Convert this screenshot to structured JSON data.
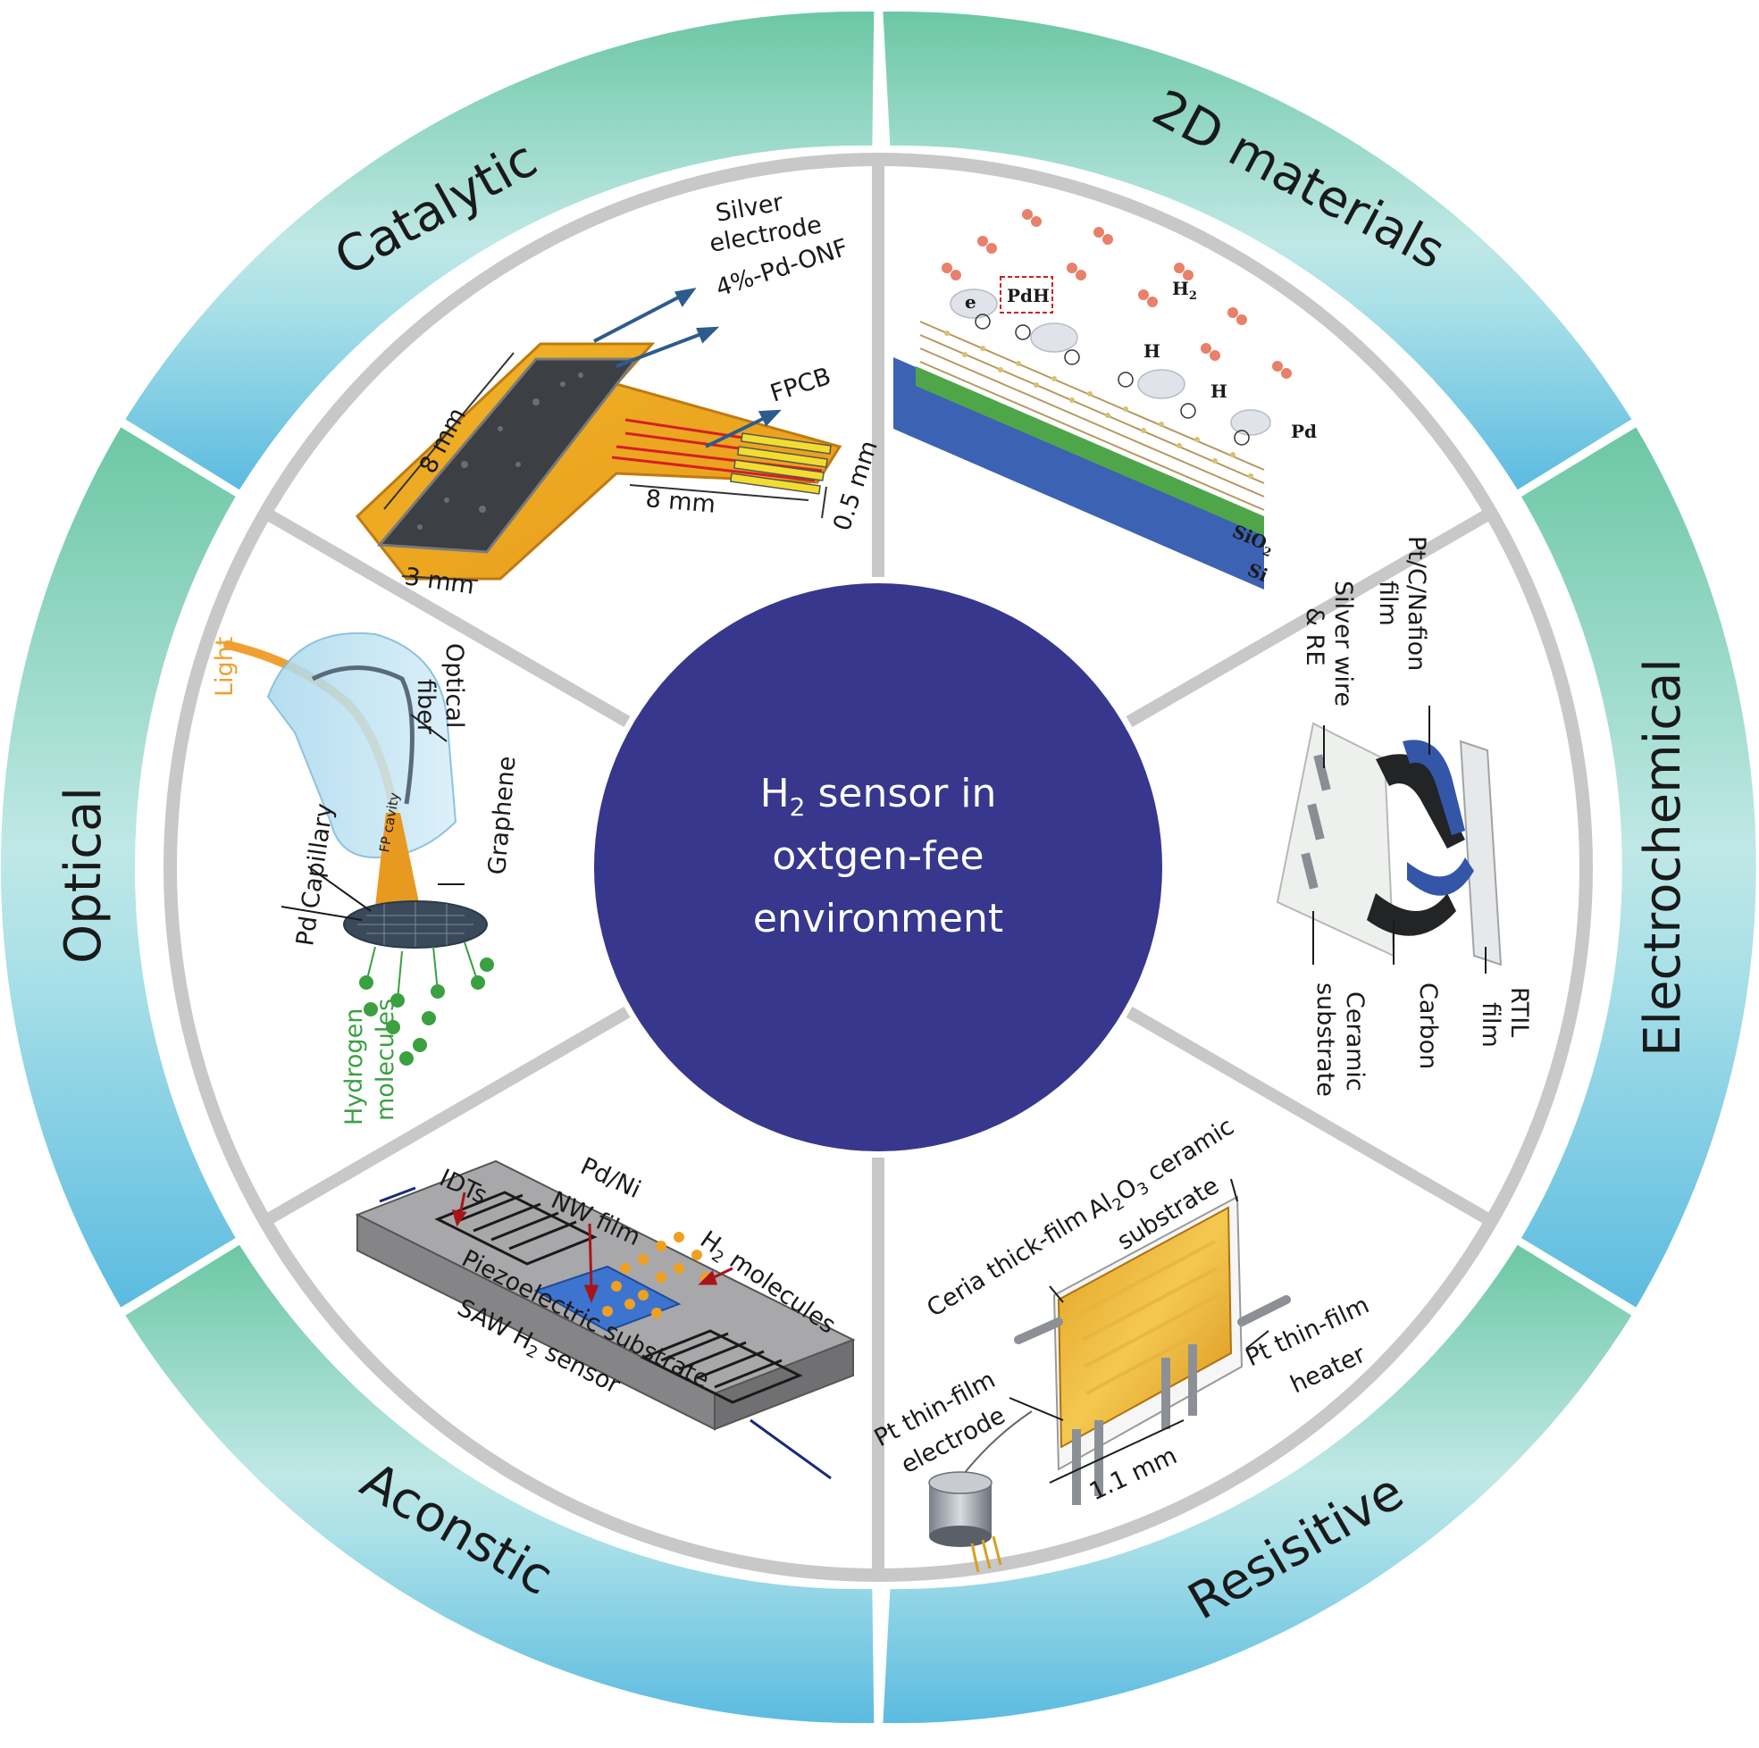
{
  "center": {
    "title_line1_main": "H",
    "title_line1_sub": "2",
    "title_line1_rest": " sensor in",
    "title_line2": "oxtgen-fee",
    "title_line3": "environment",
    "color": "#36378d"
  },
  "segments": {
    "catalytic": "Catalytic",
    "materials_2d": "2D materials",
    "electrochemical": "Electrochemical",
    "resistive": "Resisitive",
    "acoustic": "Aconstic",
    "optical": "Optical"
  },
  "colors": {
    "ring_top": "#6cc7a4",
    "ring_mid": "#b6e6e4",
    "ring_bottom": "#5dbde0",
    "divider": "#c8c8c8"
  },
  "catalytic_panel": {
    "silver_electrode_1": "Silver",
    "silver_electrode_2": "electrode",
    "pd_onf": "4%-Pd-ONF",
    "fpcb": "FPCB",
    "dim_8mm_a": "8 mm",
    "dim_8mm_b": "8 mm",
    "dim_3mm": "3 mm",
    "dim_05mm": "0.5 mm"
  },
  "materials_panel": {
    "pdh": "PdH",
    "h2_main": "H",
    "h2_sub": "2",
    "h_1": "H",
    "h_2": "H",
    "pd": "Pd",
    "sio2_main": "SiO",
    "sio2_sub": "2",
    "si": "Si",
    "e": "e"
  },
  "electrochemical_panel": {
    "pt_film_1": "Pt/C/Nafion",
    "pt_film_2": "film",
    "silver_wire_1": "Silver wire",
    "silver_wire_2": "& RE",
    "ceramic_1": "Ceramic",
    "ceramic_2": "substrate",
    "carbon": "Carbon",
    "rtil_1": "RTIL",
    "rtil_2": "film"
  },
  "resistive_panel": {
    "ceria": "Ceria thick-film",
    "al2o3_a": "Al",
    "al2o3_sub1": "2",
    "al2o3_b": "O",
    "al2o3_sub2": "3",
    "al2o3_c": " ceramic",
    "substrate": "substrate",
    "pt_heater_1": "Pt thin-film",
    "pt_heater_2": "heater",
    "pt_electrode_1": "Pt thin-film",
    "pt_electrode_2": "electrode",
    "dim": "1.1 mm"
  },
  "acoustic_panel": {
    "idts": "IDTs",
    "pdni_1": "Pd/Ni",
    "pdni_2": "NW film",
    "h2_molecules_a": "H",
    "h2_molecules_sub": "2",
    "h2_molecules_b": " molecules",
    "piezo": "Piezoelectric substrate",
    "saw_a": "SAW H",
    "saw_sub": "2",
    "saw_b": " sensor"
  },
  "optical_panel": {
    "light": "Light",
    "optical_fiber_1": "Optical",
    "optical_fiber_2": "fiber",
    "pd_capillary": "Pd Capillary",
    "fp_cavity": "FP cavity",
    "graphene": "Graphene",
    "hydrogen_1": "Hydrogen",
    "hydrogen_2": "molecules"
  }
}
